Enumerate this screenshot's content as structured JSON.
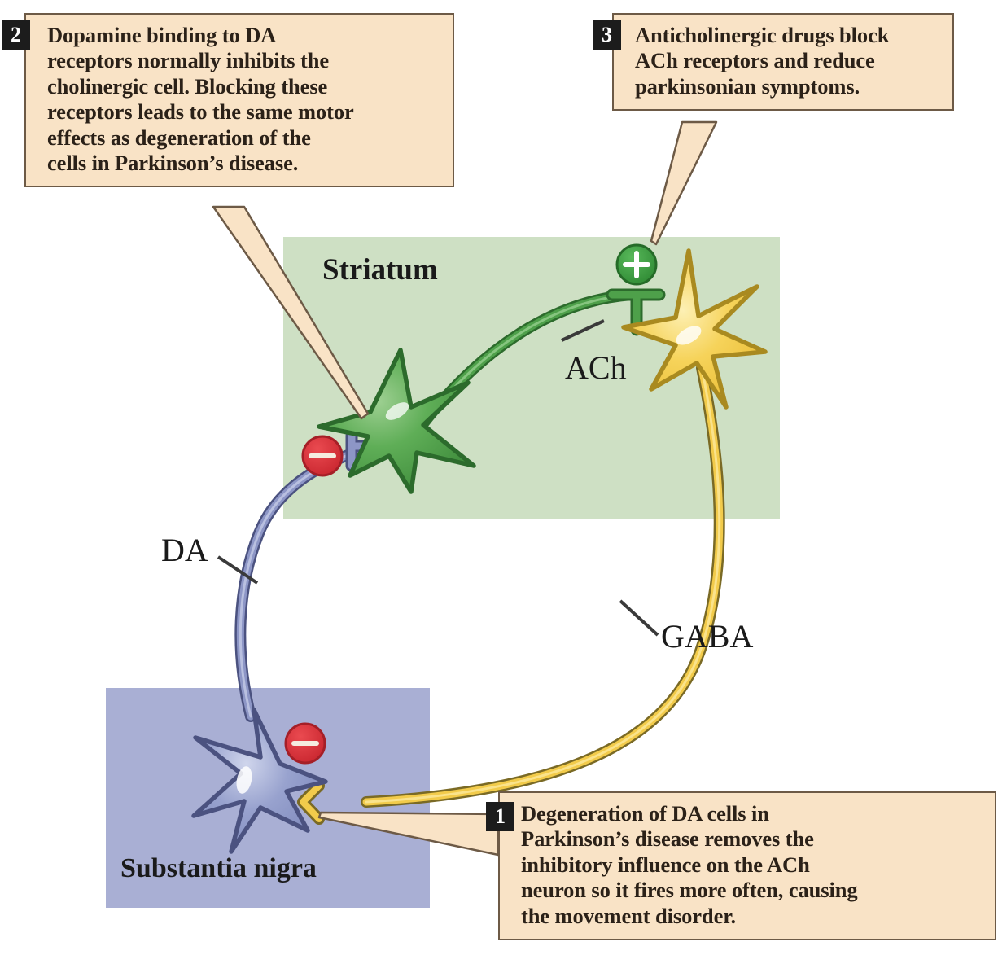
{
  "diagram": {
    "title": "Dopaminergic and cholinergic circuit in Parkinson's disease",
    "colors": {
      "striatum_fill": "#cee0c4",
      "substantia_nigra_fill": "#a9afd4",
      "callout_fill": "#f9e3c6",
      "callout_border": "#6d5a46",
      "badge_fill": "#1c1c1c",
      "excitatory_green": "#3f9a44",
      "inhibitory_red": "#d8333c",
      "da_neuron_blue": "#8d96c6",
      "ach_neuron_yellow": "#f2cb4b",
      "striatal_neuron_green": "#55a84f"
    },
    "regions": [
      {
        "name": "striatum",
        "label": "Striatum"
      },
      {
        "name": "substantia-nigra",
        "label": "Substantia nigra"
      }
    ],
    "neurotransmitter_labels": [
      {
        "name": "ach",
        "label": "ACh"
      },
      {
        "name": "da",
        "label": "DA"
      },
      {
        "name": "gaba",
        "label": "GABA"
      }
    ],
    "synapses": [
      {
        "name": "excitatory-ach-synapse",
        "sign": "+",
        "target": "cholinergic neuron"
      },
      {
        "name": "inhibitory-da-synapse",
        "sign": "–",
        "target": "striatal GABA neuron"
      },
      {
        "name": "inhibitory-gaba-synapse",
        "sign": "–",
        "target": "substantia nigra DA neuron"
      }
    ]
  },
  "callouts": [
    {
      "number": "1",
      "lines": [
        "Degeneration of DA cells in",
        "Parkinson’s disease removes the",
        "inhibitory influence on the ACh",
        "neuron so it fires more often, causing",
        "the movement disorder."
      ]
    },
    {
      "number": "2",
      "lines": [
        "Dopamine binding to DA",
        "receptors normally inhibits the",
        "cholinergic cell. Blocking these",
        "receptors leads to the same motor",
        "effects as degeneration of the",
        "cells in Parkinson’s disease."
      ]
    },
    {
      "number": "3",
      "lines": [
        "Anticholinergic drugs block",
        "ACh receptors and reduce",
        "parkinsonian symptoms."
      ]
    }
  ]
}
